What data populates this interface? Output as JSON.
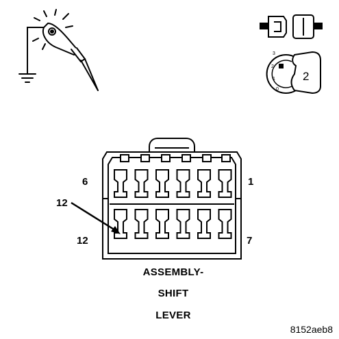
{
  "connector": {
    "name_lines": [
      "ASSEMBLY-",
      "SHIFT",
      "LEVER"
    ],
    "pin_labels": {
      "top_left": "6",
      "top_right": "1",
      "bottom_left": "12",
      "bottom_right": "7"
    },
    "callout": "12",
    "top_row_cavities": 6,
    "bottom_row_cavities": 6
  },
  "ignition_key": {
    "positions": [
      "3",
      "2",
      "1",
      "0"
    ],
    "key_number": "2"
  },
  "figure_id": "8152aeb8"
}
